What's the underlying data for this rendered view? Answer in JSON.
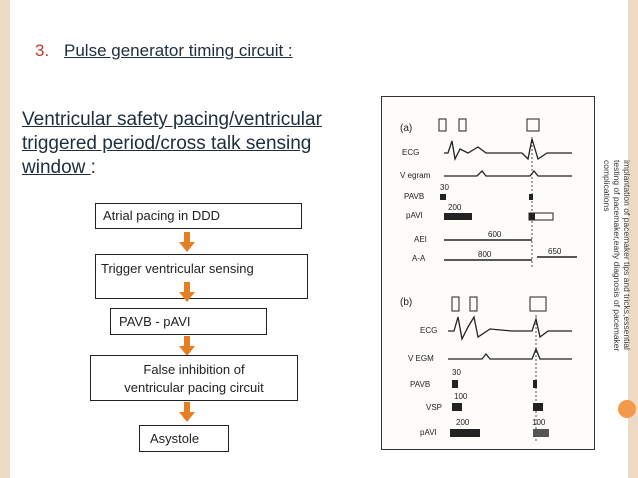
{
  "slide": {
    "number": "3.",
    "title": "Pulse generator timing circuit :",
    "heading_line1": "Ventricular safety pacing/ventricular",
    "heading_line2": "triggered period/cross talk sensing",
    "heading_line3_u": "window ",
    "heading_line3_rest": ":"
  },
  "flow": {
    "step1": "Atrial pacing in DDD",
    "step2": "Trigger ventricular sensing",
    "step3": "PAVB - pAVI",
    "step4_line1": "False inhibition  of",
    "step4_line2": "ventricular pacing circuit",
    "step5": "Asystole"
  },
  "figure": {
    "panel_a": "(a)",
    "panel_b": "(b)",
    "labels_a": [
      "ECG",
      "V egram",
      "PAVB",
      "pAVI",
      "AEI",
      "A-A"
    ],
    "labels_b": [
      "ECG",
      "V EGM",
      "PAVB",
      "VSP",
      "pAVI"
    ],
    "nums_a": [
      "30",
      "200",
      "600",
      "800",
      "650"
    ],
    "nums_b": [
      "30",
      "100",
      "200",
      "100"
    ]
  },
  "side_note": "implantation of pacemaker tips and tricks,essential testing of pacemaker,early diagnosis of pacemaker complications",
  "colors": {
    "accent": "#c0392b",
    "arrow": "#e67e22",
    "side_bar": "#eed9c4"
  }
}
